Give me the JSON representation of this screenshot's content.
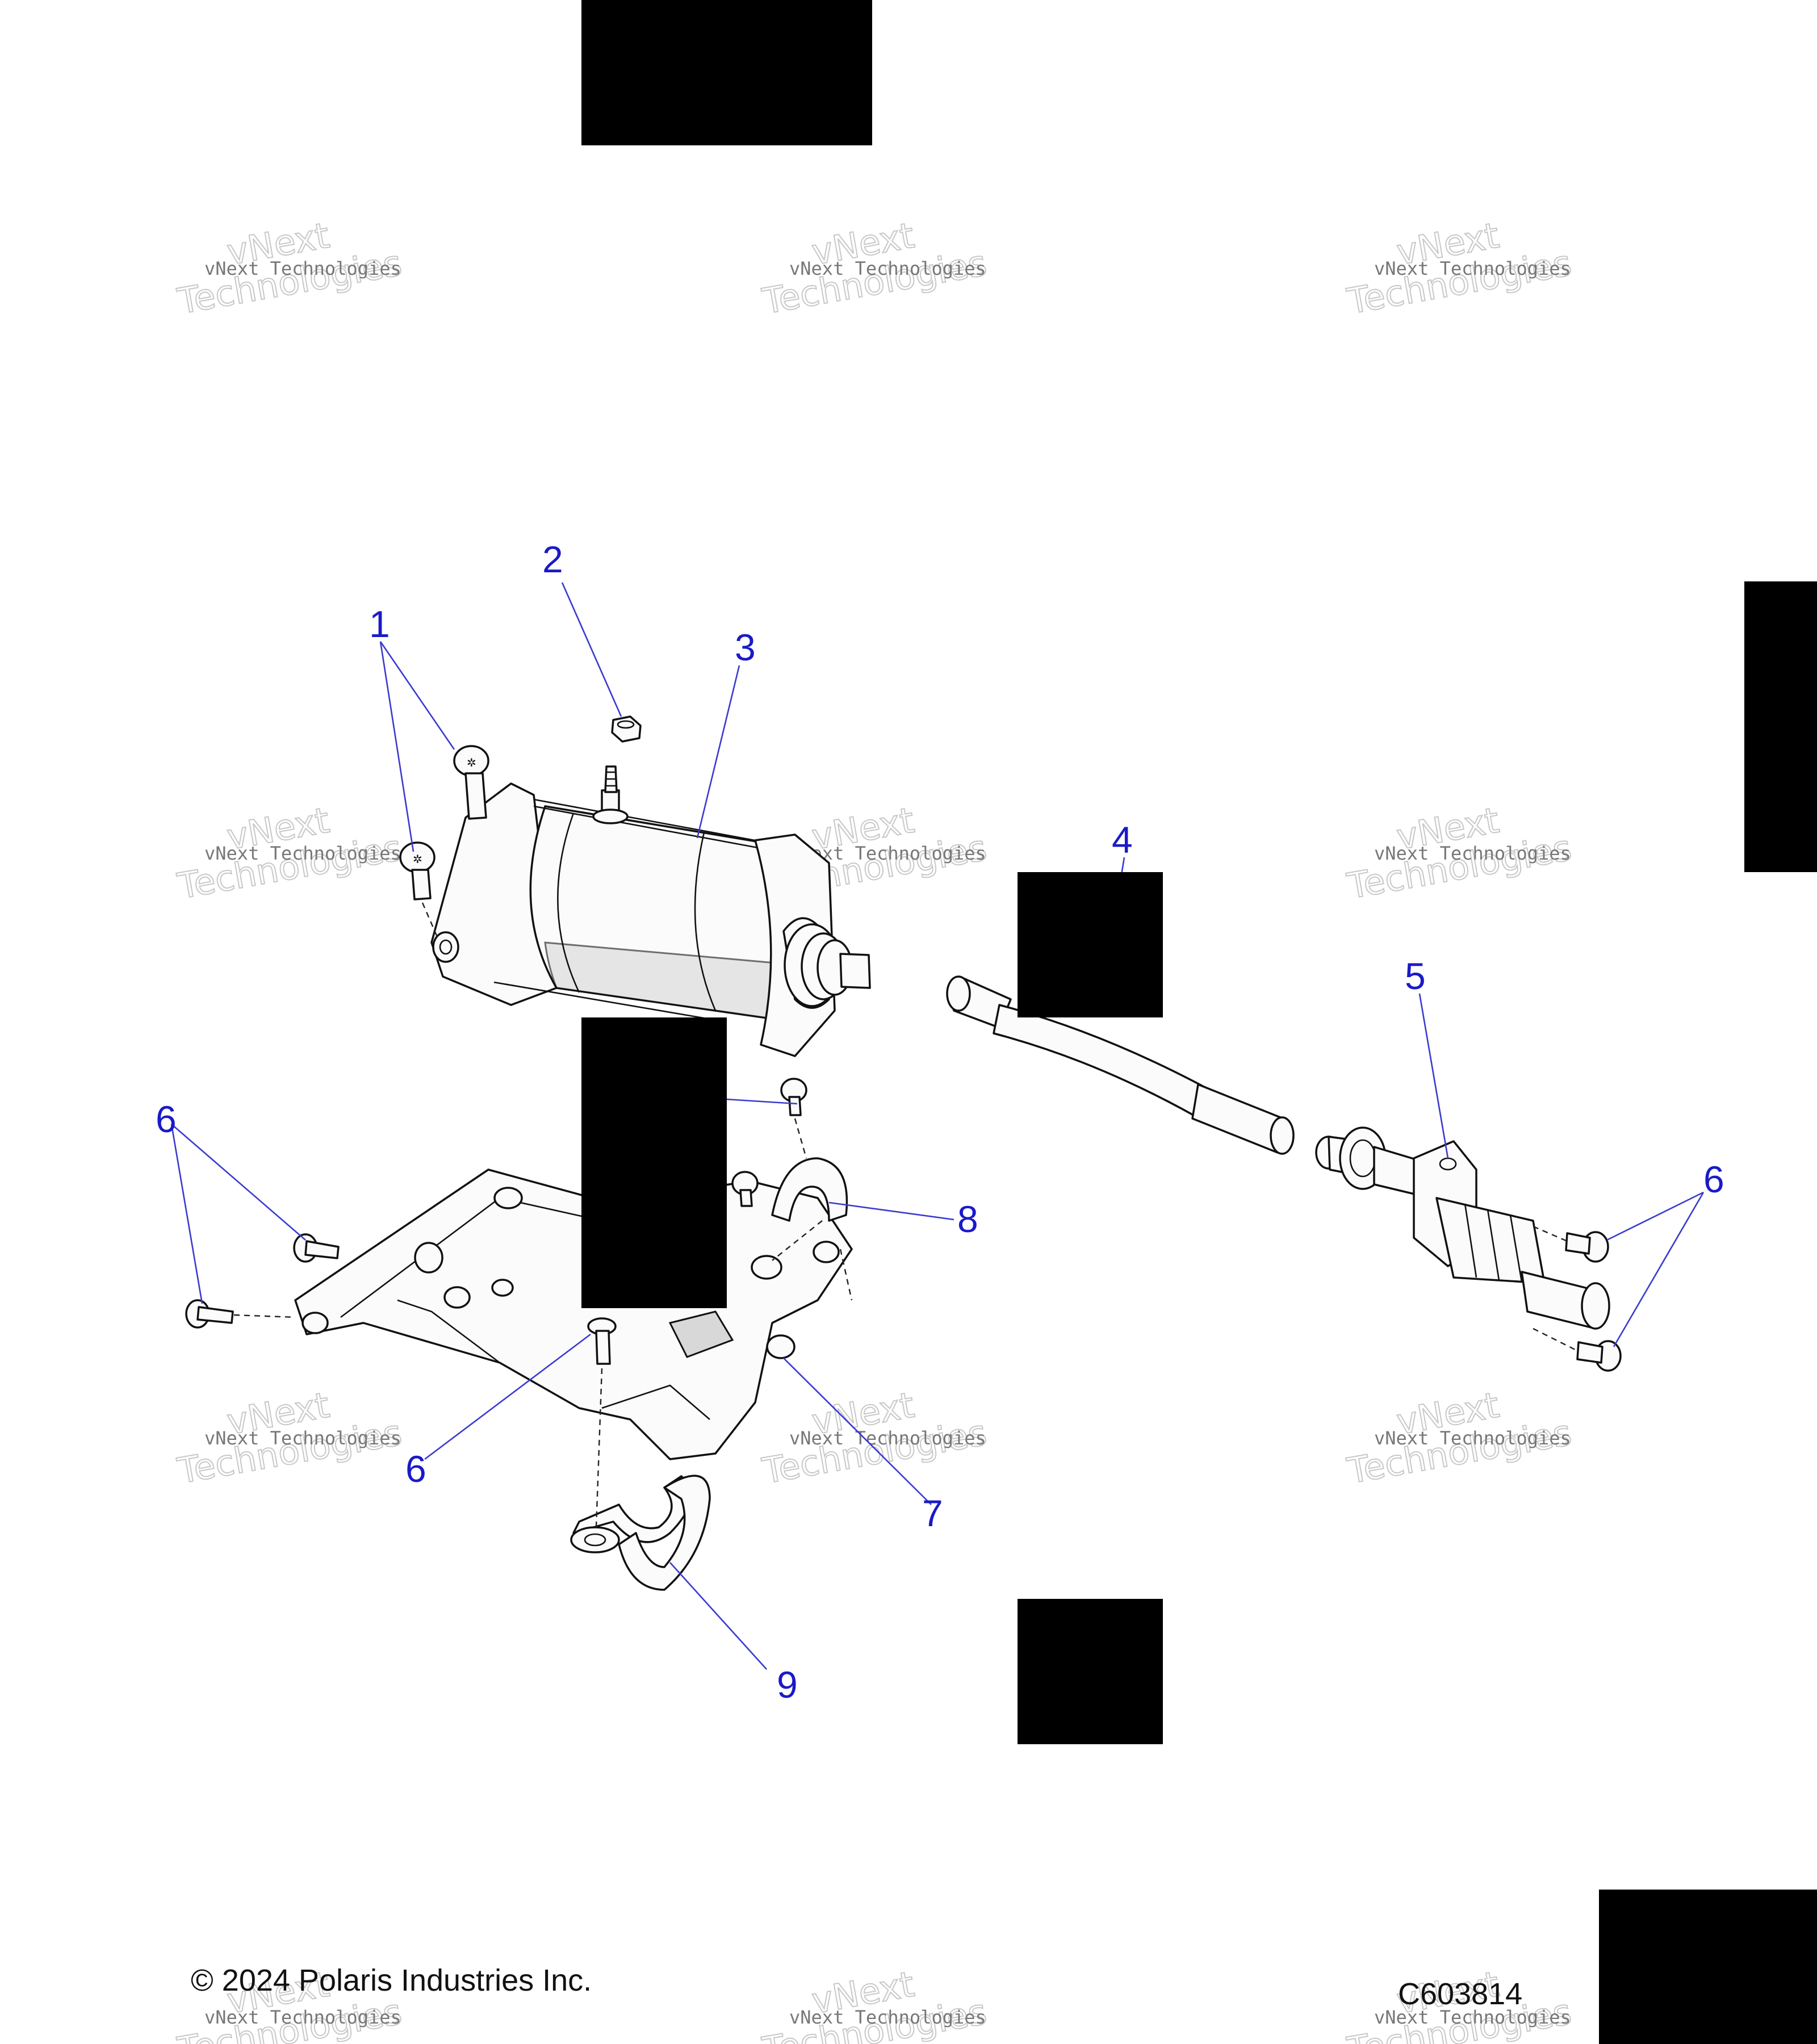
{
  "callouts": [
    "1",
    "2",
    "3",
    "4",
    "5",
    "6",
    "6",
    "6",
    "7",
    "8",
    "9"
  ],
  "watermark": {
    "small": "vNext Technologies",
    "large_top": "vNext",
    "large_bottom": "Technologies"
  },
  "footer": {
    "copyright": "© 2024 Polaris Industries Inc.",
    "figure_id": "C603814"
  },
  "colors": {
    "callout": "#1a1ac8",
    "redaction": "#000000"
  }
}
